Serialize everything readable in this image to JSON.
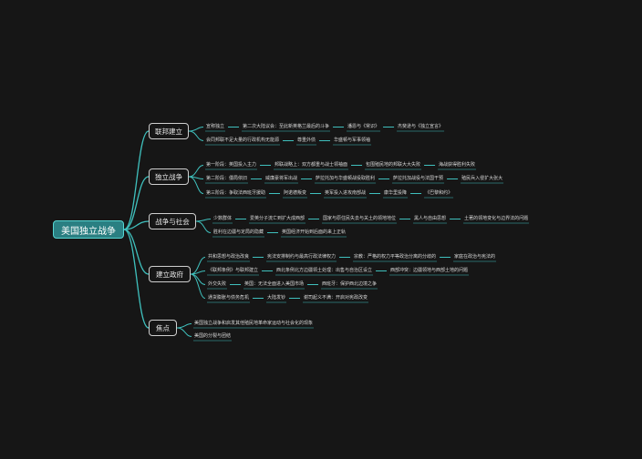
{
  "root": {
    "label": "美国独立战争"
  },
  "branches": [
    {
      "label": "联邦建立",
      "rows": [
        [
          "宣称独立",
          "第二次大陆议会：至此新英格兰最后的斗争",
          "潘恩与《常识》",
          "杰斐逊与《独立宣言》"
        ],
        [
          "会同邦联不足大量的行政机构无能源",
          "尊重外债",
          "华盛顿与军事领袖"
        ]
      ]
    },
    {
      "label": "独立战争",
      "rows": [
        [
          "第一阶段：英国投入主力",
          "邦联战略上：双方都重与战士领袖面",
          "包围殖民地的邦联大大失败",
          "海战获得胜利失败"
        ],
        [
          "第二阶段：僵局依旧",
          "威廉豪将军出战",
          "萨拉托加与华盛顿战役取胜利",
          "萨拉托加战役与法国干预",
          "殖民兵入侵扩大张大"
        ],
        [
          "第三阶段：争取法西班牙援助",
          "阿诺德叛变",
          "英军投入进攻南部战",
          "康华里投降",
          "《巴黎和约》"
        ]
      ]
    },
    {
      "label": "战争与社会",
      "rows": [
        [
          "少数群体",
          "爱英分子流亡到扩大成西部",
          "国家与原住民失去与关土的领地地位",
          "黑人与自由思想",
          "土著的领地变化与边界法的问题"
        ],
        [
          "胜利在边疆与定局的隐藏",
          "英国经济开始到后面的来上正轨"
        ]
      ]
    },
    {
      "label": "建立政府",
      "rows": [
        [
          "共和思想与政治改良",
          "宪法安排制约与最高行政法律权力",
          "宗教：严格的权力平等政治分离的分歧的",
          "家庭在政治与宪法的"
        ],
        [
          "《联邦条例》与联邦建立",
          "西北条例北方边疆领土处理：出售与自治区设立",
          "西部冲突：边疆领地与西部土地的问题"
        ],
        [
          "外交失败",
          "英国：无法全面进入美国市场",
          "西班牙：保护西北边境之争"
        ],
        [
          "通货膨胀与债务危机",
          "大陆发钞",
          "谢司起义不满：开启对宪政改变"
        ]
      ]
    },
    {
      "label": "焦点",
      "rows": [
        [
          "美国独立战争和启发其他殖民地革命家运动与社会化的现象"
        ],
        [
          "美国的分裂与团结"
        ]
      ]
    }
  ]
}
